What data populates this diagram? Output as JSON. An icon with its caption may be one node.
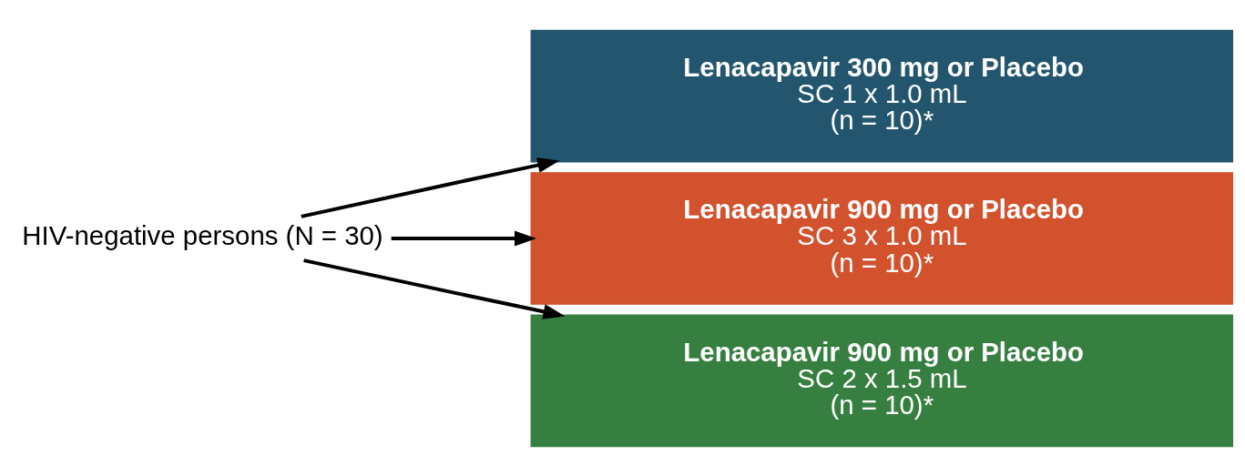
{
  "diagram": {
    "nodes": [
      {
        "text": [
          "HIV-negative persons (N = 30)"
        ]
      },
      {
        "text": [
          "Lenacapavir 300 mg or Placebo",
          "SC 1 x 1.0 mL",
          "(n = 10)*"
        ]
      },
      {
        "text": [
          "Lenacapavir 900 mg or Placebo",
          "SC 3 x 1.0 mL",
          "(n = 10)*"
        ]
      },
      {
        "text": [
          "Lenacapavir 900 mg or Placebo",
          "SC 2 x 1.5 mL",
          "(n = 10)*"
        ]
      }
    ],
    "edges": [
      {
        "from": 0,
        "to": 1,
        "arrow": "to"
      },
      {
        "from": 0,
        "to": 2,
        "arrow": "to"
      },
      {
        "from": 0,
        "to": 3,
        "arrow": "to"
      }
    ]
  }
}
